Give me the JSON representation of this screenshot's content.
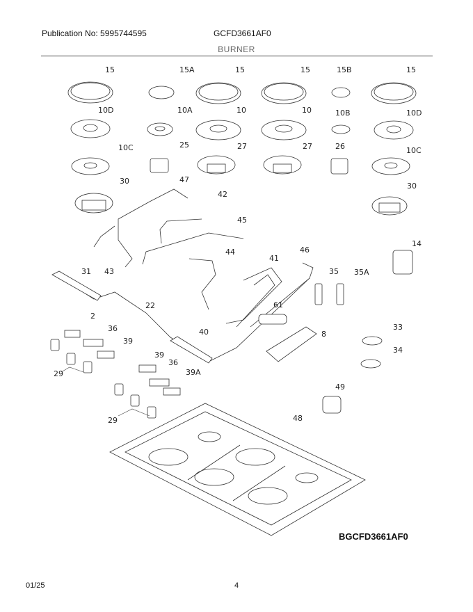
{
  "header": {
    "publication": "Publication No: 5995744595",
    "model": "GCFD3661AF0",
    "section_title": "BURNER"
  },
  "diagram": {
    "labels": [
      "15",
      "15A",
      "15",
      "15",
      "15B",
      "15",
      "10D",
      "10A",
      "10",
      "10",
      "10B",
      "10D",
      "10C",
      "25",
      "27",
      "27",
      "26",
      "10C",
      "30",
      "47",
      "42",
      "45",
      "30",
      "43",
      "44",
      "41",
      "46",
      "14",
      "31",
      "35",
      "35A",
      "22",
      "61",
      "40",
      "8",
      "2",
      "36",
      "39",
      "33",
      "34",
      "39",
      "36",
      "39A",
      "49",
      "29",
      "29",
      "48"
    ],
    "diagram_code": "BGCFD3661AF0"
  },
  "footer": {
    "date": "01/25",
    "page": "4"
  }
}
